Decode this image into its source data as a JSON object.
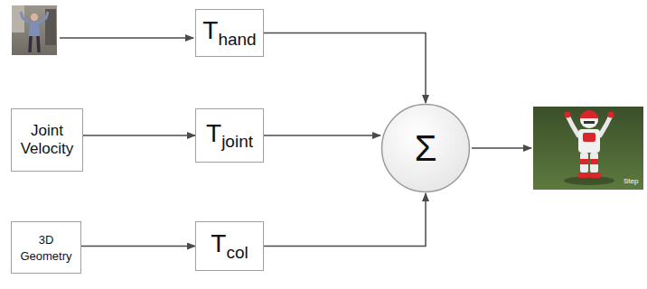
{
  "diagram": {
    "nodes": [
      {
        "text": [
          "T",
          "hand"
        ]
      },
      {
        "text": [
          "Joint Velocity"
        ]
      },
      {
        "text": [
          "T",
          "joint"
        ]
      },
      {
        "text": [
          "3D Geometry"
        ]
      },
      {
        "text": [
          "T",
          "col"
        ]
      },
      {
        "text": [
          "Σ"
        ]
      }
    ],
    "edges": [
      {
        "from": 1,
        "to": 2,
        "arrow": "to"
      },
      {
        "from": 3,
        "to": 4,
        "arrow": "to"
      },
      {
        "from": 0,
        "to": 5,
        "arrow": "to"
      },
      {
        "from": 2,
        "to": 5,
        "arrow": "to"
      },
      {
        "from": 4,
        "to": 5,
        "arrow": "to"
      }
    ],
    "labels": [
      "Step"
    ]
  }
}
